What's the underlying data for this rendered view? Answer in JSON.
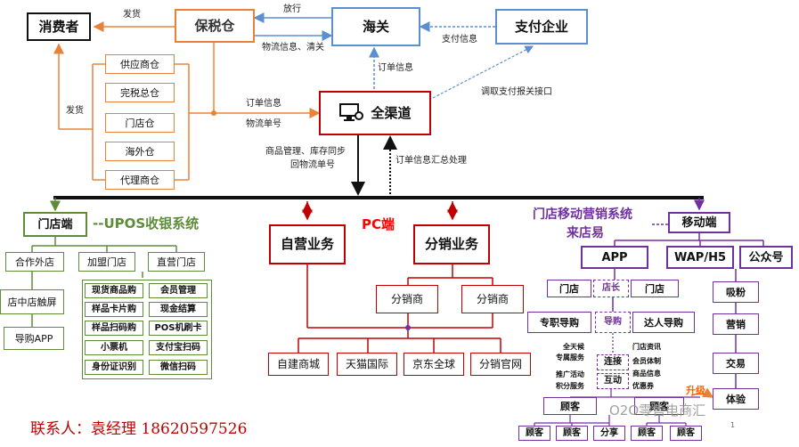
{
  "nodes": {
    "consumer": "消费者",
    "bonded": "保税仓",
    "customs": "海关",
    "payment": "支付企业",
    "qqt": "全渠道",
    "supplier_wh": "供应商仓",
    "duty_wh": "完税总仓",
    "store_wh": "门店仓",
    "overseas_wh": "海外仓",
    "agent_wh": "代理商仓",
    "store_end": "门店端",
    "upos_title": "--UPOS收银系统",
    "coop_store": "合作外店",
    "franchise": "加盟门店",
    "direct": "直营门店",
    "shop_in_shop": "店中店触屏",
    "guide_app": "导购APP",
    "pc_end": "PC端",
    "self_biz": "自营业务",
    "dist_biz": "分销业务",
    "distributor_1": "分销商",
    "distributor_2": "分销商",
    "own_mall": "自建商城",
    "tmall": "天猫国际",
    "jd": "京东全球",
    "dist_official": "分销官网",
    "mobile_title_1": "门店移动营销系统",
    "mobile_title_2": "来店易",
    "mobile_end": "移动端",
    "app": "APP",
    "wap": "WAP/H5",
    "mp": "公众号",
    "store_a": "门店",
    "store_mgr": "店长",
    "store_b": "门店",
    "fulltime_guide": "专职导购",
    "guide": "导购",
    "expert_guide": "达人导购",
    "connect": "连接",
    "interact": "互动",
    "customer_1": "顾客",
    "customer_2": "顾客",
    "customer_3": "顾客",
    "share": "分享",
    "customer_4": "顾客",
    "customer_5": "顾客",
    "customer_6": "顾客",
    "attract": "吸粉",
    "marketing": "营销",
    "trade": "交易",
    "experience": "体验"
  },
  "pos_features": [
    "现货商品购",
    "会员管理",
    "样品卡片购",
    "现金结算",
    "样品扫码购",
    "POS机刷卡",
    "小票机",
    "支付宝扫码",
    "身份证识别",
    "微信扫码"
  ],
  "labels": {
    "ship_1": "发货",
    "release": "放行",
    "logistics_clear": "物流信息、清关",
    "pay_info": "支付信息",
    "order_info_customs": "订单信息",
    "pay_api": "调取支付报关接口",
    "ship_2": "发货",
    "order_info": "订单信息",
    "logistics_no": "物流单号",
    "goods_mgmt_1": "商品管理、库存同步",
    "goods_mgmt_2": "回物流单号",
    "order_summary": "订单信息汇总处理",
    "upgrade": "升级"
  },
  "mobile_features_left": [
    "全天候",
    "专属服务",
    "推广活动",
    "积分服务"
  ],
  "mobile_features_right": [
    "门店资讯",
    "会员体制",
    "商品信息",
    "优惠券"
  ],
  "contact": "联系人：袁经理  18620597526",
  "watermark": "O2O零售电商汇",
  "page_num": "1"
}
